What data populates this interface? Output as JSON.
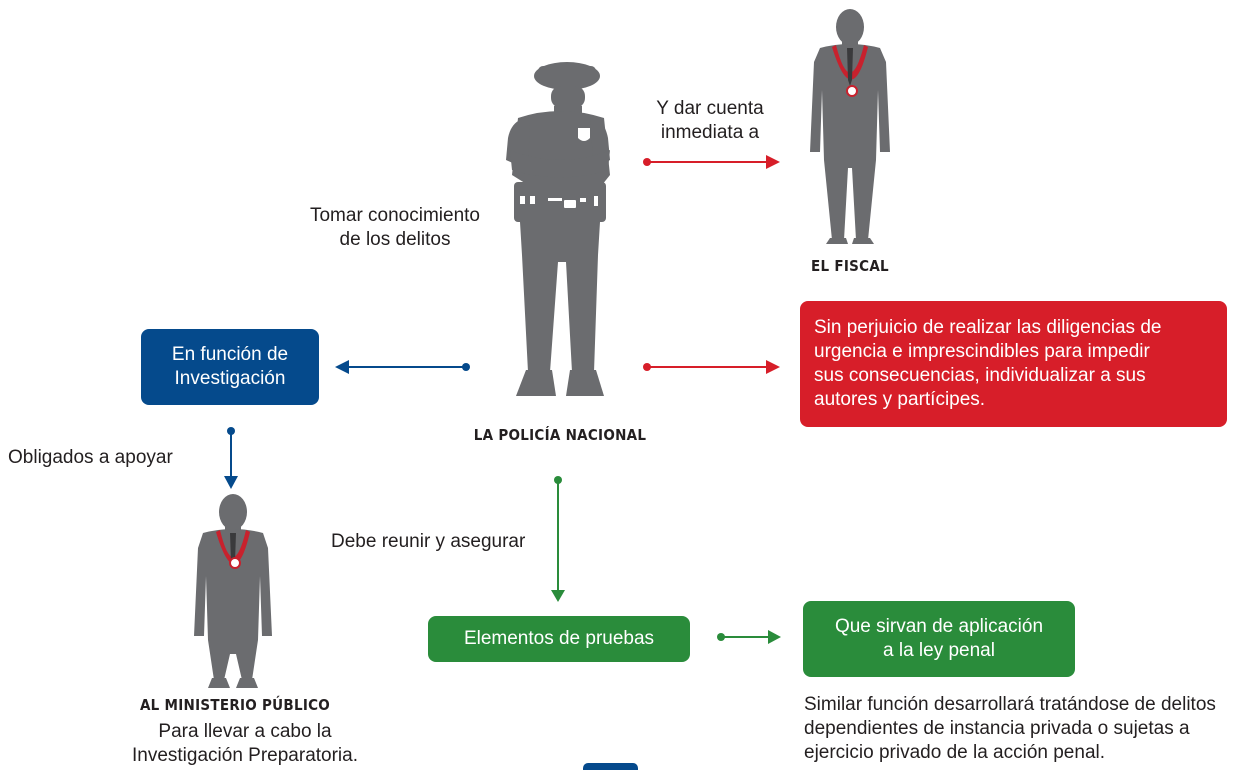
{
  "colors": {
    "blue": "#054a8c",
    "red": "#d71e29",
    "green": "#2a8c3b",
    "figure_gray": "#6b6c6f",
    "tie_red": "#c8212d"
  },
  "police": {
    "icon": "police-officer-icon",
    "caption": "LA POLICÍA NACIONAL",
    "left_text_1": "Tomar conocimiento",
    "left_text_2": "de los delitos"
  },
  "fiscal": {
    "icon": "prosecutor-figure-icon",
    "caption": "EL FISCAL",
    "arrow_label_1": "Y dar cuenta",
    "arrow_label_2": "inmediata a"
  },
  "red_box": {
    "line1": "Sin perjuicio de realizar las diligencias de",
    "line2": "urgencia e imprescindibles para impedir",
    "line3": "sus consecuencias, individualizar a sus",
    "line4": "autores y partícipes."
  },
  "blue_box": {
    "line1": "En función de",
    "line2": "Investigación"
  },
  "obligados_label": "Obligados a apoyar",
  "ministerio": {
    "icon": "prosecutor-figure-icon",
    "caption": "AL  MINISTERIO PÚBLICO",
    "desc_1": "Para llevar a cabo la",
    "desc_2": "Investigación Preparatoria."
  },
  "reunir_label": "Debe reunir y asegurar",
  "pruebas_box": "Elementos de pruebas",
  "penal_box": {
    "line1": "Que sirvan de aplicación",
    "line2": "a la ley penal"
  },
  "similar": {
    "line1": "Similar función desarrollará tratándose de delitos",
    "line2": "dependientes de instancia privada o sujetas a",
    "line3": "ejercicio privado de la acción penal."
  }
}
